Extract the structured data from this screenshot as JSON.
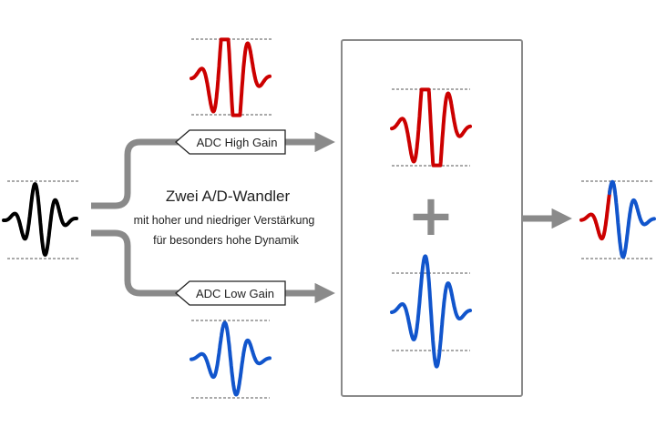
{
  "title": "Zwei A/D-Wandler",
  "subtitle_line1": "mit hoher und niedriger Verstärkung",
  "subtitle_line2": "für besonders hohe Dynamik",
  "adc_high_label": "ADC High Gain",
  "adc_low_label": "ADC Low Gain",
  "plus_symbol": "+",
  "colors": {
    "input_signal": "#000000",
    "high_gain": "#cc0000",
    "low_gain": "#1155cc",
    "arrow": "#8a8a8a",
    "box_border": "#8a8a8a",
    "dashed": "#555555"
  },
  "icons": {
    "input": "input-waveform-icon",
    "high": "high-gain-clipped-waveform-icon",
    "low": "low-gain-waveform-icon",
    "output": "combined-output-waveform-icon"
  }
}
